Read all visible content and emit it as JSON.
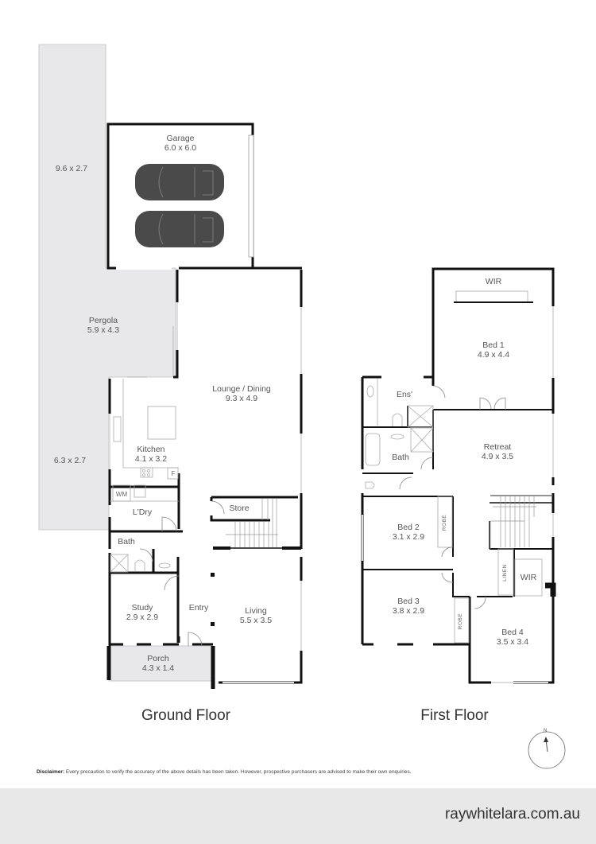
{
  "ground_floor": {
    "title": "Ground Floor",
    "rooms": {
      "driveway_top": {
        "name": "",
        "dims": "9.6 x 2.7"
      },
      "garage": {
        "name": "Garage",
        "dims": "6.0 x 6.0"
      },
      "pergola": {
        "name": "Pergola",
        "dims": "5.9 x 4.3"
      },
      "side_yard": {
        "name": "",
        "dims": "6.3 x 2.7"
      },
      "lounge_dining": {
        "name": "Lounge / Dining",
        "dims": "9.3 x 4.9"
      },
      "kitchen": {
        "name": "Kitchen",
        "dims": "4.1 x 3.2"
      },
      "laundry": {
        "name": "L'Dry",
        "dims": ""
      },
      "washing_machine": {
        "name": "WM"
      },
      "fridge": {
        "name": "F"
      },
      "store": {
        "name": "Store"
      },
      "bath": {
        "name": "Bath"
      },
      "study": {
        "name": "Study",
        "dims": "2.9 x 2.9"
      },
      "entry": {
        "name": "Entry"
      },
      "living": {
        "name": "Living",
        "dims": "5.5 x 3.5"
      },
      "porch": {
        "name": "Porch",
        "dims": "4.3 x 1.4"
      }
    }
  },
  "first_floor": {
    "title": "First Floor",
    "rooms": {
      "wir_main": {
        "name": "WIR"
      },
      "bed1": {
        "name": "Bed 1",
        "dims": "4.9 x 4.4"
      },
      "ensuite": {
        "name": "Ens'"
      },
      "bath": {
        "name": "Bath"
      },
      "retreat": {
        "name": "Retreat",
        "dims": "4.9 x 3.5"
      },
      "bed2": {
        "name": "Bed 2",
        "dims": "3.1 x 2.9"
      },
      "robe2": {
        "name": "ROBE"
      },
      "bed3": {
        "name": "Bed 3",
        "dims": "3.8 x 2.9"
      },
      "robe3": {
        "name": "ROBE"
      },
      "linen": {
        "name": "LINEN"
      },
      "wir_bed4": {
        "name": "WIR"
      },
      "bed4": {
        "name": "Bed 4",
        "dims": "3.5 x 3.4"
      }
    }
  },
  "compass": {
    "label": "N",
    "icon": "north-arrow-icon"
  },
  "disclaimer": {
    "label": "Disclaimer:",
    "text": "Every precaution to verify the accuracy of the above details has been taken. However, prospective purchasers are advised to make their own enquiries."
  },
  "footer": {
    "url": "raywhitelara.com.au",
    "background": "#e8e8e9"
  },
  "colors": {
    "wall": "#111111",
    "outdoor": "#e8e8ea",
    "car": "#4a4a4a",
    "text": "#555555"
  }
}
